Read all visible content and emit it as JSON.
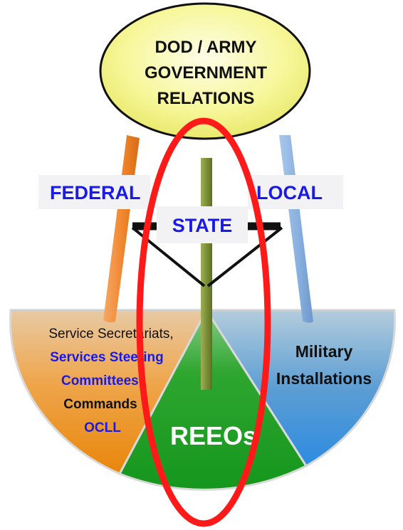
{
  "stool_seat": {
    "lines": [
      "DOD / ARMY",
      "GOVERNMENT",
      "RELATIONS"
    ]
  },
  "legs": {
    "federal": "FEDERAL",
    "state": "STATE",
    "local": "LOCAL"
  },
  "left_segment": {
    "line1": "Service Secretariats,",
    "line2": "Services Steering",
    "line3": "Committees,",
    "line4": "Commands",
    "line5": "OCLL"
  },
  "right_segment": {
    "line1": "Military",
    "line2": "Installations"
  },
  "center_segment": {
    "label": "REEOs"
  },
  "colors": {
    "seat": "#f7f79a",
    "federal_leg": "#f08a36",
    "state_leg": "#7b8f3a",
    "local_leg": "#8fb4e0",
    "left_segment": "#ee8f10",
    "center_segment": "#1a9c20",
    "right_segment": "#3c8fd6",
    "highlight_ellipse": "#ff1a1a",
    "label_text_blue": "#1a1ae6"
  }
}
